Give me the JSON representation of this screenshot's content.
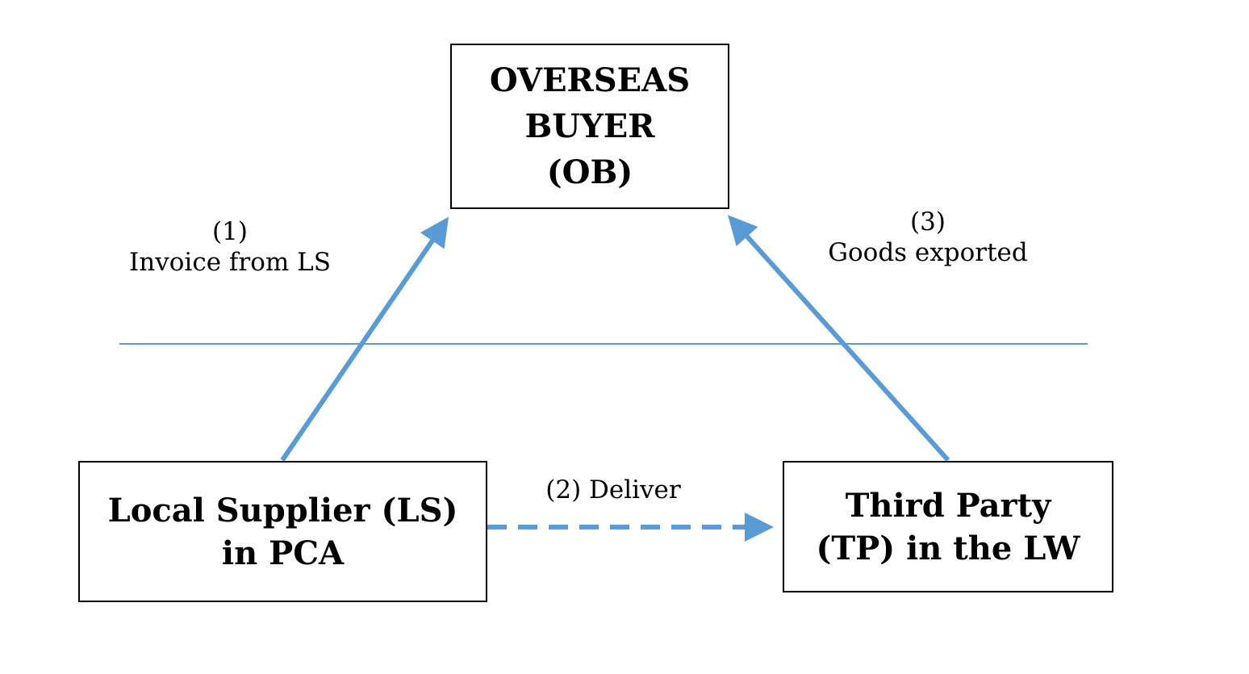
{
  "colors": {
    "arrow": "#5b9bd5",
    "divider": "#5b9bd5",
    "box_border": "#000000",
    "text": "#000000"
  },
  "boxes": {
    "overseas_buyer": {
      "lines": [
        "OVERSEAS",
        "BUYER",
        "(OB)"
      ]
    },
    "local_supplier": {
      "lines": [
        "Local Supplier (LS)",
        "in PCA"
      ]
    },
    "third_party": {
      "lines": [
        "Third Party",
        "(TP) in the LW"
      ]
    }
  },
  "flows": {
    "step1": {
      "number": "(1)",
      "text": "Invoice from LS"
    },
    "step2": {
      "text": "(2) Deliver"
    },
    "step3": {
      "number": "(3)",
      "text": "Goods exported"
    }
  }
}
